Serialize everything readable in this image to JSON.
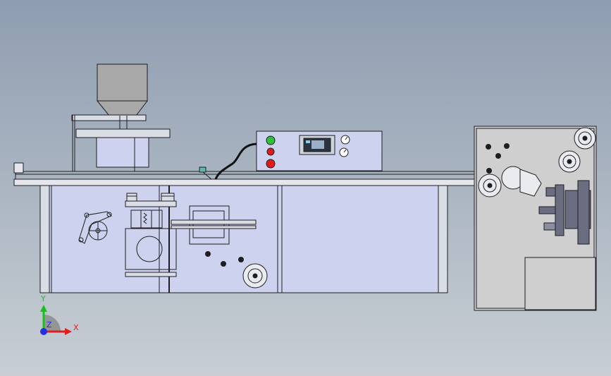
{
  "colors": {
    "bg_top": "#8e9db0",
    "bg_bottom": "#c8ced4",
    "panel_fill": "#cdd3ee",
    "frame_fill": "#d9dde6",
    "module_fill": "#cfcfd0",
    "hopper_fill": "#a8a8a8",
    "line": "#1e1e22",
    "button_green": "#2fc13a",
    "button_red": "#e11b1b",
    "axis_x": "#e21d1d",
    "axis_y": "#18c21c",
    "axis_origin": "#2230e0"
  },
  "axes": {
    "x_label": "X",
    "y_label": "Y",
    "z_label": "Z"
  },
  "icons": {
    "hopper": "hopper-icon",
    "control_panel": "control-box-icon",
    "indicator_light": "indicator-light-icon",
    "pressure_gauge": "gauge-icon",
    "roller": "roller-icon",
    "handwheel": "handwheel-icon",
    "triad": "axis-triad-icon"
  }
}
